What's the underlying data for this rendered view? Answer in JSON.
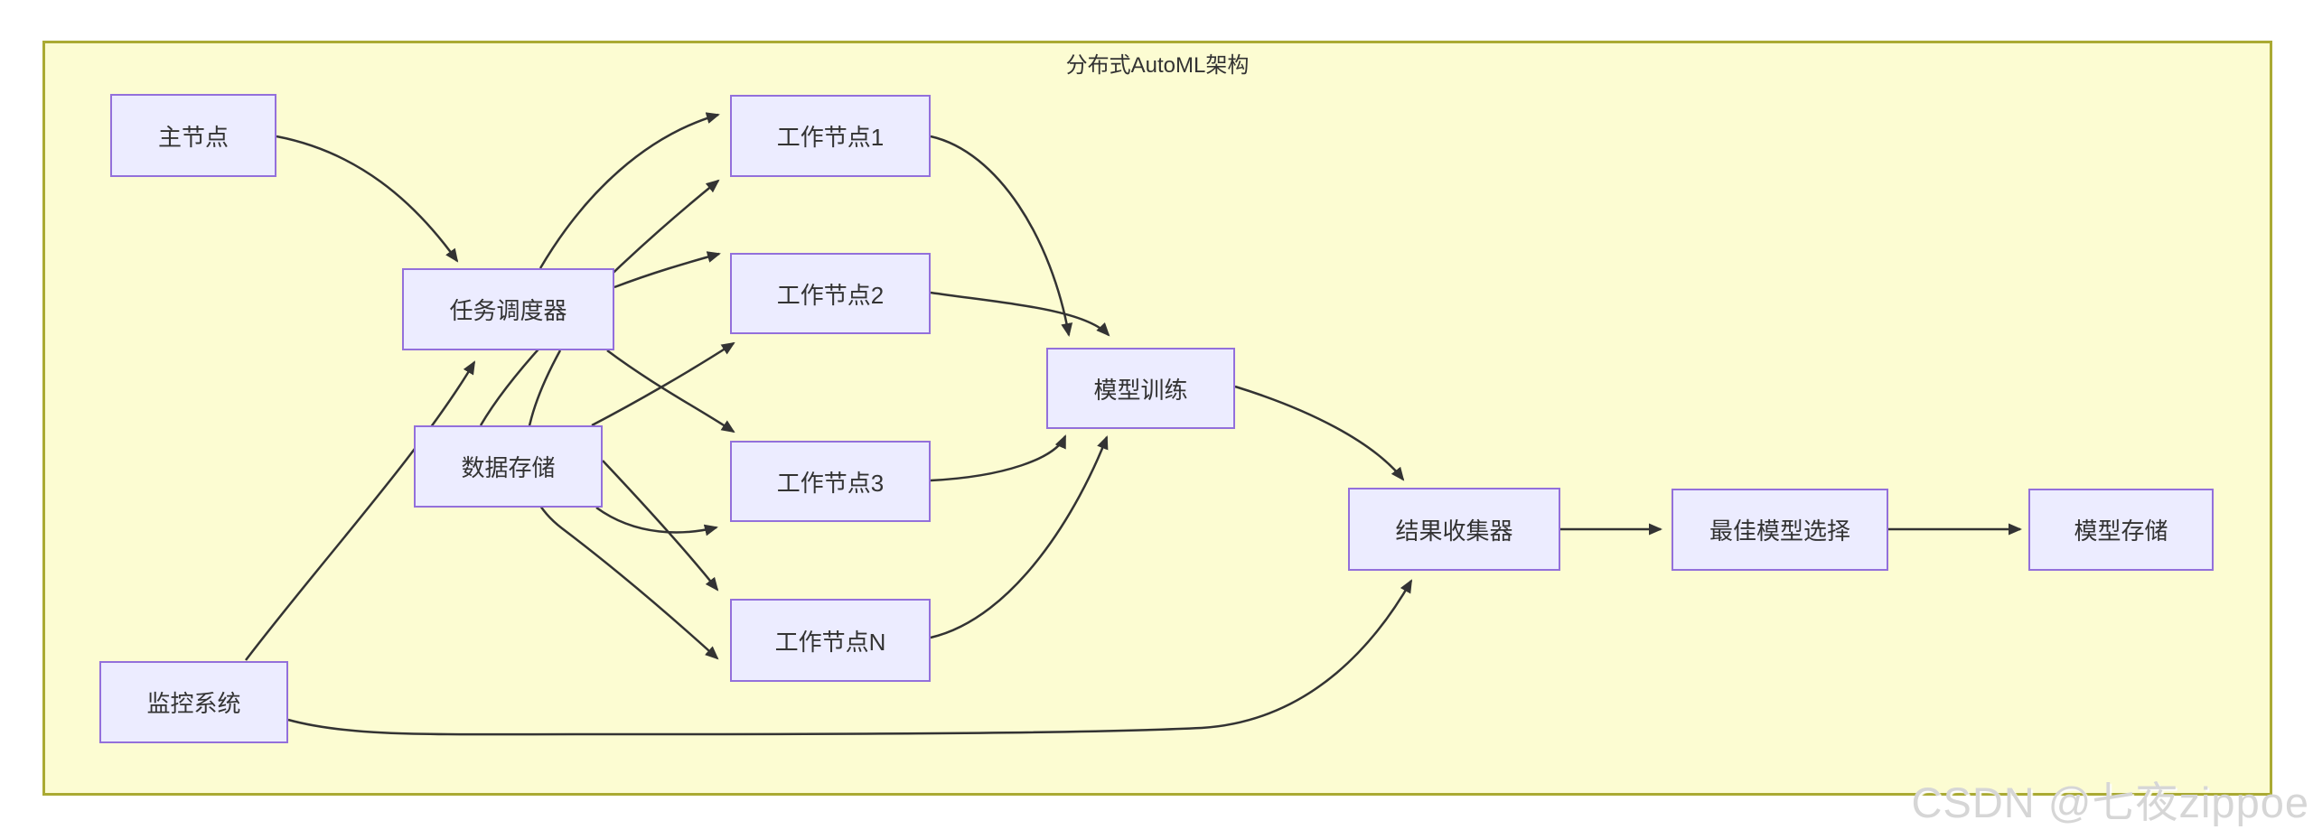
{
  "diagram": {
    "title": "分布式AutoML架构",
    "nodes": [
      {
        "id": "master",
        "label": "主节点"
      },
      {
        "id": "scheduler",
        "label": "任务调度器"
      },
      {
        "id": "storage",
        "label": "数据存储"
      },
      {
        "id": "monitor",
        "label": "监控系统"
      },
      {
        "id": "worker1",
        "label": "工作节点1"
      },
      {
        "id": "worker2",
        "label": "工作节点2"
      },
      {
        "id": "worker3",
        "label": "工作节点3"
      },
      {
        "id": "workerN",
        "label": "工作节点N"
      },
      {
        "id": "training",
        "label": "模型训练"
      },
      {
        "id": "collector",
        "label": "结果收集器"
      },
      {
        "id": "best",
        "label": "最佳模型选择"
      },
      {
        "id": "modelstore",
        "label": "模型存储"
      }
    ],
    "edges": [
      {
        "from": "主节点",
        "to": "任务调度器"
      },
      {
        "from": "监控系统",
        "to": "任务调度器"
      },
      {
        "from": "任务调度器",
        "to": "工作节点1"
      },
      {
        "from": "任务调度器",
        "to": "工作节点2"
      },
      {
        "from": "任务调度器",
        "to": "工作节点3"
      },
      {
        "from": "任务调度器",
        "to": "工作节点N"
      },
      {
        "from": "数据存储",
        "to": "工作节点1"
      },
      {
        "from": "数据存储",
        "to": "工作节点2"
      },
      {
        "from": "数据存储",
        "to": "工作节点3"
      },
      {
        "from": "数据存储",
        "to": "工作节点N"
      },
      {
        "from": "工作节点1",
        "to": "模型训练"
      },
      {
        "from": "工作节点2",
        "to": "模型训练"
      },
      {
        "from": "工作节点3",
        "to": "模型训练"
      },
      {
        "from": "工作节点N",
        "to": "模型训练"
      },
      {
        "from": "模型训练",
        "to": "结果收集器"
      },
      {
        "from": "监控系统",
        "to": "结果收集器"
      },
      {
        "from": "结果收集器",
        "to": "最佳模型选择"
      },
      {
        "from": "最佳模型选择",
        "to": "模型存储"
      }
    ],
    "colors": {
      "cluster_fill": "#FCFCD2",
      "cluster_border": "#AAAA33",
      "node_fill": "#ECECFF",
      "node_border": "#9370DB",
      "edge_color": "#333333",
      "text_color": "#333333",
      "watermark_color": "#D6D6D6"
    }
  },
  "watermark": {
    "text": "CSDN @七夜zippoe"
  }
}
